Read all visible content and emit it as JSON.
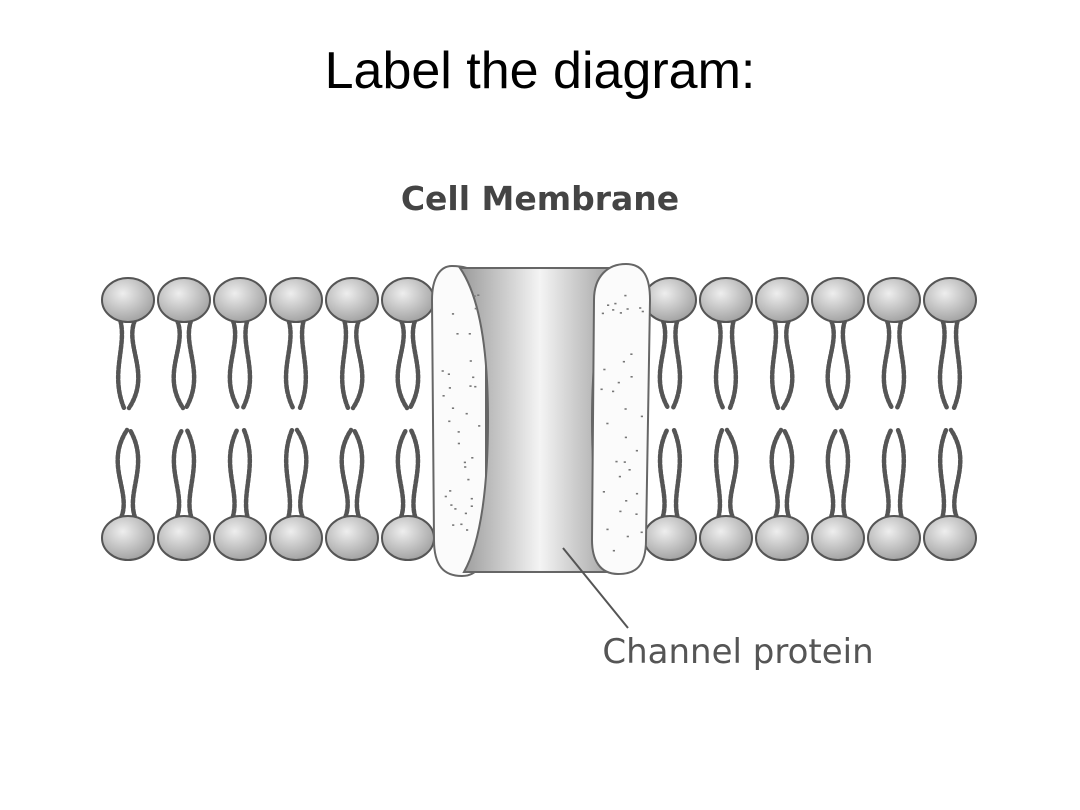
{
  "slide": {
    "title": "Label the diagram:"
  },
  "diagram": {
    "heading": "Cell Membrane",
    "callout_label": "Channel protein",
    "colors": {
      "lipid_head_fill": "#b9b9b9",
      "lipid_head_stroke": "#555555",
      "lipid_tail": "#555555",
      "protein_outline": "#666666",
      "channel_gradient_edge": "#9a9a9a",
      "channel_gradient_center": "#f4f4f4",
      "callout_text": "#555555",
      "heading_text": "#444444"
    }
  }
}
